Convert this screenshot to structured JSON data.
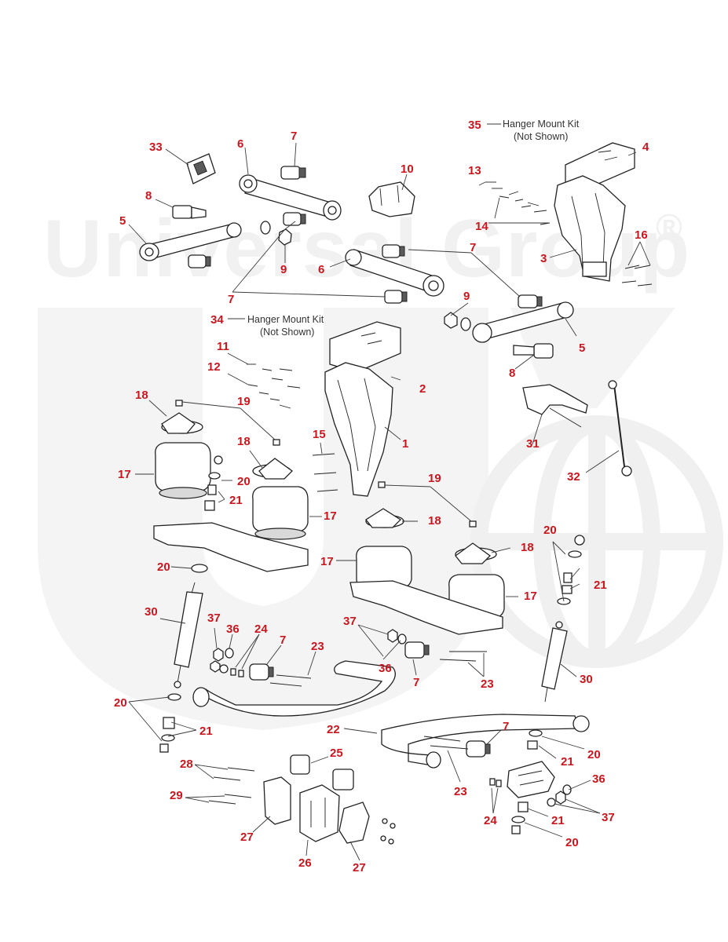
{
  "watermark": {
    "text": "Universal Group",
    "registered_mark": "®"
  },
  "notes": {
    "n35_line1": "Hanger Mount Kit",
    "n35_line2": "(Not Shown)",
    "n34_line1": "Hanger Mount Kit",
    "n34_line2": "(Not Shown)"
  },
  "callouts": {
    "c1": "1",
    "c2": "2",
    "c3": "3",
    "c4": "4",
    "c5a": "5",
    "c5b": "5",
    "c6a": "6",
    "c6b": "6",
    "c7a": "7",
    "c7b": "7",
    "c7c": "7",
    "c7d": "7",
    "c7e": "7",
    "c7f": "7",
    "c8a": "8",
    "c8b": "8",
    "c9a": "9",
    "c9b": "9",
    "c10": "10",
    "c11": "11",
    "c12": "12",
    "c13": "13",
    "c14": "14",
    "c15": "15",
    "c16": "16",
    "c17a": "17",
    "c17b": "17",
    "c17c": "17",
    "c17d": "17",
    "c18a": "18",
    "c18b": "18",
    "c18c": "18",
    "c18d": "18",
    "c19a": "19",
    "c19b": "19",
    "c20a": "20",
    "c20b": "20",
    "c20c": "20",
    "c20d": "20",
    "c20e": "20",
    "c20f": "20",
    "c21a": "21",
    "c21b": "21",
    "c21c": "21",
    "c21d": "21",
    "c21e": "21",
    "c22": "22",
    "c23a": "23",
    "c23b": "23",
    "c23c": "23",
    "c24a": "24",
    "c24b": "24",
    "c25": "25",
    "c26": "26",
    "c27a": "27",
    "c27b": "27",
    "c28": "28",
    "c29": "29",
    "c30a": "30",
    "c30b": "30",
    "c31": "31",
    "c32": "32",
    "c33": "33",
    "c34": "34",
    "c35": "35",
    "c36a": "36",
    "c36b": "36",
    "c36c": "36",
    "c37a": "37",
    "c37b": "37",
    "c37c": "37"
  },
  "colors": {
    "callout": "#c8171e",
    "watermark": "#f1f1f1",
    "line_art": "#222222"
  }
}
